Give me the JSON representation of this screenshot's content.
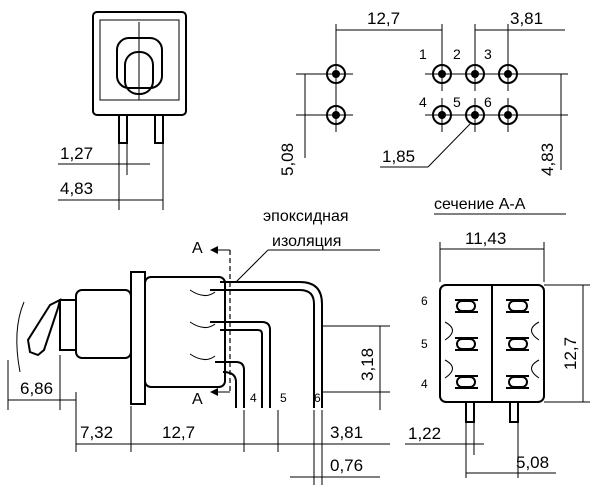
{
  "labels": {
    "epoxy_line1": "эпоксидная",
    "epoxy_line2": "изоляция",
    "section_title": "сечение А-А",
    "section_mark": "A"
  },
  "dimensions": {
    "top_span": "12,7",
    "top_pitch": "3,81",
    "vertical_left": "5,08",
    "vertical_right": "4,83",
    "hole_dia": "1,85",
    "front_pin_pitch": "1,27",
    "front_width": "4,83",
    "section_width": "11,43",
    "section_height": "12,7",
    "section_pin_pitch": "1,22",
    "section_pin_span": "5,08",
    "side_lever": "6,86",
    "side_bushing": "7,32",
    "side_body": "12,7",
    "side_pin_height": "3,18",
    "side_pin_pitch": "3,81",
    "side_pin_width": "0,76"
  },
  "pins": {
    "top_row": [
      "1",
      "2",
      "3"
    ],
    "bottom_row": [
      "4",
      "5",
      "6"
    ],
    "side": [
      "4",
      "5",
      "6"
    ],
    "section": [
      "6",
      "5",
      "4"
    ]
  },
  "colors": {
    "ink": "#000000",
    "paper": "#ffffff"
  },
  "icons": {
    "solder_pad": "solder-pad-icon",
    "section_arrow": "arrow-icon"
  }
}
